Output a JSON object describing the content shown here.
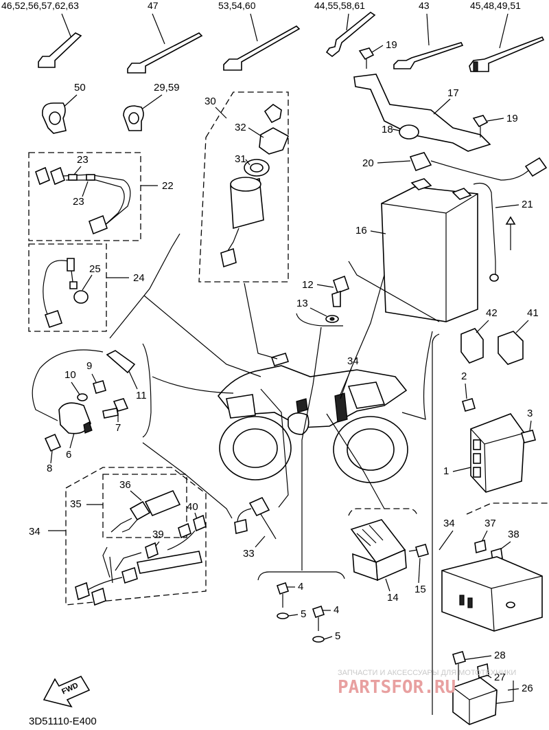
{
  "header_labels": {
    "ref_a": "46,52,56,57,62,63",
    "ref_b": "47",
    "ref_c": "53,54,60",
    "ref_d": "44,55,58,61",
    "ref_e": "43",
    "ref_f": "45,48,49,51"
  },
  "callouts": {
    "c1": "1",
    "c2": "2",
    "c3": "3",
    "c4a": "4",
    "c4b": "4",
    "c5a": "5",
    "c5b": "5",
    "c6": "6",
    "c7": "7",
    "c8": "8",
    "c9": "9",
    "c10": "10",
    "c11": "11",
    "c12": "12",
    "c13": "13",
    "c14": "14",
    "c15": "15",
    "c16": "16",
    "c17": "17",
    "c18": "18",
    "c19a": "19",
    "c19b": "19",
    "c20": "20",
    "c21": "21",
    "c22": "22",
    "c23a": "23",
    "c23b": "23",
    "c24": "24",
    "c25": "25",
    "c26": "26",
    "c27": "27",
    "c28": "28",
    "c29": "29,59",
    "c30": "30",
    "c31": "31",
    "c32": "32",
    "c33": "33",
    "c34a": "34",
    "c34b": "34",
    "c34c": "34",
    "c35": "35",
    "c36": "36",
    "c37": "37",
    "c38": "38",
    "c39": "39",
    "c40": "40",
    "c41": "41",
    "c42": "42",
    "c50": "50"
  },
  "fwd_label": "FWD",
  "diagram_code": "3D51110-E400",
  "watermark": {
    "line1": "ЗАПЧАСТИ И АКСЕССУАРЫ ДЛЯ МОТОТЕХНИКИ",
    "line2": "PARTSFOR.RU"
  }
}
